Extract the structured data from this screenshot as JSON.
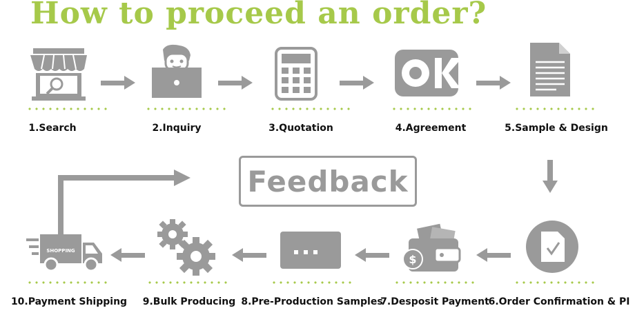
{
  "title": "How to proceed an order?",
  "feedback_label": "Feedback",
  "shop_sign": "SHOPPING",
  "steps": [
    {
      "label": "1.Search",
      "icon": "store-search-icon"
    },
    {
      "label": "2.Inquiry",
      "icon": "person-laptop-icon"
    },
    {
      "label": "3.Quotation",
      "icon": "calculator-icon"
    },
    {
      "label": "4.Agreement",
      "icon": "ok-sign-icon"
    },
    {
      "label": "5.Sample & Design",
      "icon": "document-icon"
    },
    {
      "label": "6.Order Confirmation & PI",
      "icon": "check-document-icon"
    },
    {
      "label": "7.Desposit Payment",
      "icon": "wallet-icon"
    },
    {
      "label": "8.Pre-Production Samples",
      "icon": "card-icon"
    },
    {
      "label": "9.Bulk Producing",
      "icon": "gears-icon"
    },
    {
      "label": "10.Payment Shipping",
      "icon": "delivery-truck-icon"
    }
  ],
  "colors": {
    "accent": "#a6c94a",
    "icon": "#9a9a9a",
    "text": "#111111"
  }
}
